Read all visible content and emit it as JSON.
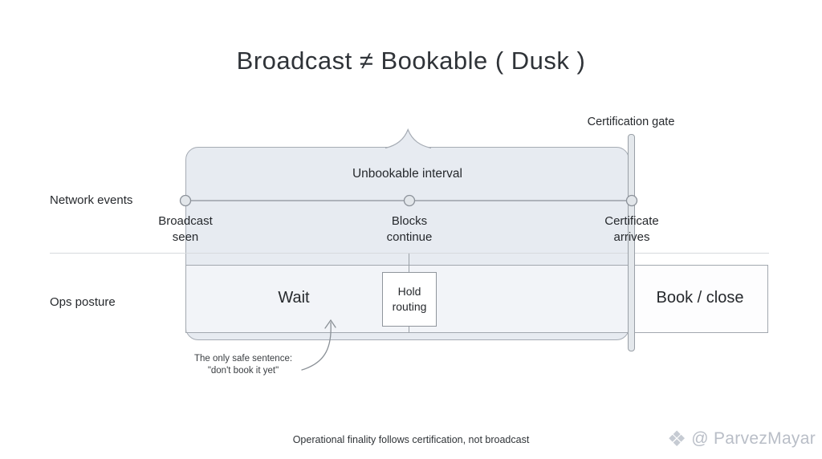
{
  "title": "Broadcast ≠ Bookable ( Dusk )",
  "gate": {
    "label": "Certification gate"
  },
  "interval": {
    "label": "Unbookable interval"
  },
  "rows": [
    {
      "label": "Network events"
    },
    {
      "label": "Ops posture"
    }
  ],
  "timeline": {
    "nodes": [
      {
        "label": "Broadcast\nseen"
      },
      {
        "label": "Blocks\ncontinue"
      },
      {
        "label": "Certificate\narrives"
      }
    ]
  },
  "ops": {
    "wait_label": "Wait",
    "hold_label": "Hold\nrouting",
    "book_label": "Book / close"
  },
  "annotation": {
    "text": "The only safe sentence:\n\"don't book it yet\""
  },
  "footer": {
    "text": "Operational finality follows certification, not broadcast"
  },
  "watermark": {
    "logo_glyph": "❖",
    "handle": "@ ParvezMayar"
  },
  "colors": {
    "band-fill": "#e7ebf1",
    "band-border": "#a6acb4",
    "ops-border": "#a2a8af",
    "line": "#9aa0a7",
    "node-fill": "#e2e6ea",
    "node-border": "#8b9199",
    "separator": "#d7dade",
    "gate-fill": "#e4e8ec",
    "text-dark": "#26292d",
    "text-mid": "#3a3e42",
    "watermark": "#b9bec7"
  }
}
